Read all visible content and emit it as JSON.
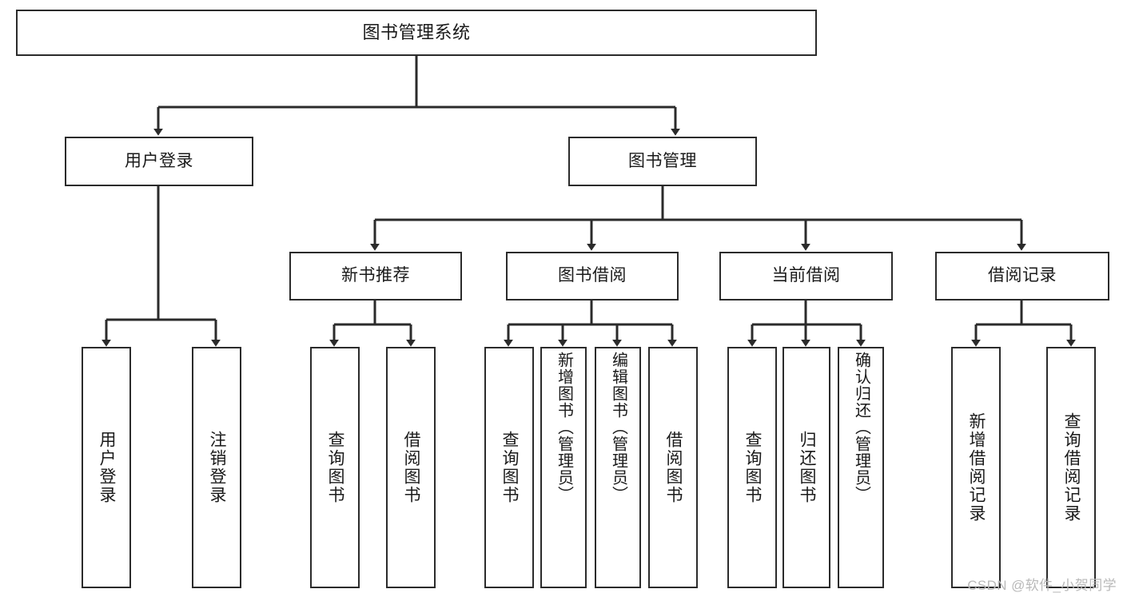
{
  "diagram": {
    "title": "图书管理系统",
    "type": "hierarchy-tree",
    "watermark": "CSDN @软件_小贺同学",
    "colors": {
      "stroke": "#2b2b2b",
      "fill": "#ffffff",
      "text": "#1a1a1a",
      "watermark": "#b9b9b9"
    },
    "levels": [
      {
        "level": 0,
        "nodes": [
          {
            "id": "root",
            "label": "图书管理系统",
            "orientation": "horizontal"
          }
        ]
      },
      {
        "level": 1,
        "nodes": [
          {
            "id": "login",
            "label": "用户登录",
            "orientation": "horizontal",
            "parent": "root"
          },
          {
            "id": "bookmgmt",
            "label": "图书管理",
            "orientation": "horizontal",
            "parent": "root"
          }
        ]
      },
      {
        "level": 2,
        "nodes": [
          {
            "id": "newbook",
            "label": "新书推荐",
            "orientation": "horizontal",
            "parent": "bookmgmt"
          },
          {
            "id": "borrow",
            "label": "图书借阅",
            "orientation": "horizontal",
            "parent": "bookmgmt"
          },
          {
            "id": "current",
            "label": "当前借阅",
            "orientation": "horizontal",
            "parent": "bookmgmt"
          },
          {
            "id": "records",
            "label": "借阅记录",
            "orientation": "horizontal",
            "parent": "bookmgmt"
          }
        ]
      },
      {
        "level": 3,
        "nodes": [
          {
            "id": "leaf-user-login",
            "label": "用户登录",
            "orientation": "vertical",
            "parent": "login"
          },
          {
            "id": "leaf-user-logout",
            "label": "注销登录",
            "orientation": "vertical",
            "parent": "login"
          },
          {
            "id": "leaf-query-book-1",
            "label": "查询图书",
            "orientation": "vertical",
            "parent": "newbook"
          },
          {
            "id": "leaf-borrow-book-1",
            "label": "借阅图书",
            "orientation": "vertical",
            "parent": "newbook"
          },
          {
            "id": "leaf-query-book-2",
            "label": "查询图书",
            "orientation": "vertical",
            "parent": "borrow"
          },
          {
            "id": "leaf-add-book",
            "label": "新增图书（管理员）",
            "orientation": "vertical",
            "parent": "borrow"
          },
          {
            "id": "leaf-edit-book",
            "label": "编辑图书（管理员）",
            "orientation": "vertical",
            "parent": "borrow"
          },
          {
            "id": "leaf-borrow-book-2",
            "label": "借阅图书",
            "orientation": "vertical",
            "parent": "borrow"
          },
          {
            "id": "leaf-query-book-3",
            "label": "查询图书",
            "orientation": "vertical",
            "parent": "current"
          },
          {
            "id": "leaf-return-book",
            "label": "归还图书",
            "orientation": "vertical",
            "parent": "current"
          },
          {
            "id": "leaf-confirm-return",
            "label": "确认归还（管理员）",
            "orientation": "vertical",
            "parent": "current"
          },
          {
            "id": "leaf-add-record",
            "label": "新增借阅记录",
            "orientation": "vertical",
            "parent": "records"
          },
          {
            "id": "leaf-query-record",
            "label": "查询借阅记录",
            "orientation": "vertical",
            "parent": "records"
          }
        ]
      }
    ]
  }
}
